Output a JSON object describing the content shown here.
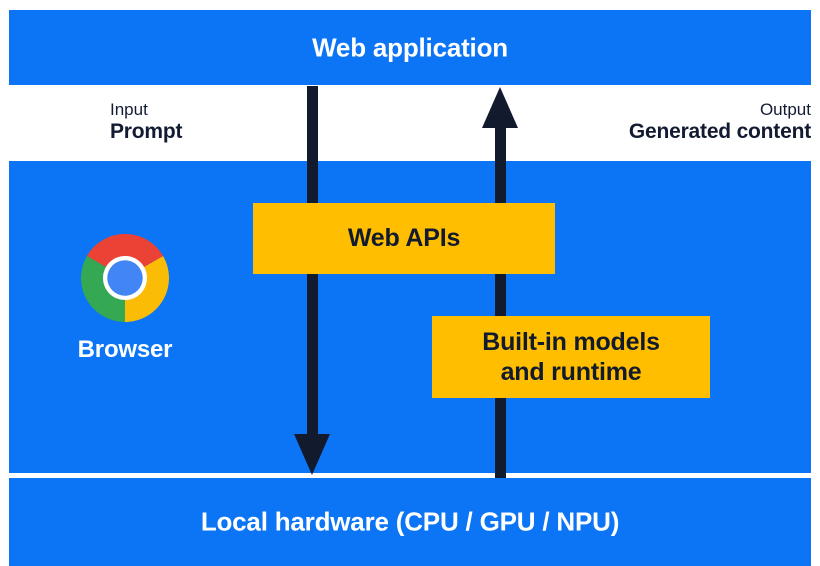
{
  "diagram": {
    "title": "Web application / Browser / Local hardware built-in AI flow",
    "colors": {
      "band_blue": "#0B75F5",
      "box_yellow": "#FFBE00",
      "arrow_navy": "#121A2E",
      "text_on_blue": "#FFFFFF",
      "text_on_white": "#131B33",
      "background": "#FFFFFF",
      "chrome_red": "#EA4335",
      "chrome_yellow": "#FBBC05",
      "chrome_green": "#34A853",
      "chrome_blue": "#4285F4"
    }
  },
  "bands": {
    "web_application": {
      "title": "Web application"
    },
    "browser": {
      "label": "Browser",
      "logo_icon": "chrome-logo-icon"
    },
    "local_hardware": {
      "title": "Local hardware (CPU / GPU / NPU)"
    }
  },
  "flows": {
    "input": {
      "kind": "Input",
      "value": "Prompt",
      "arrow_icon": "arrow-down-icon",
      "direction": "down"
    },
    "output": {
      "kind": "Output",
      "value": "Generated content",
      "arrow_icon": "arrow-up-icon",
      "direction": "up"
    }
  },
  "components": {
    "web_apis": {
      "label": "Web APIs"
    },
    "builtin_models": {
      "line1": "Built-in models",
      "line2": "and runtime"
    }
  }
}
